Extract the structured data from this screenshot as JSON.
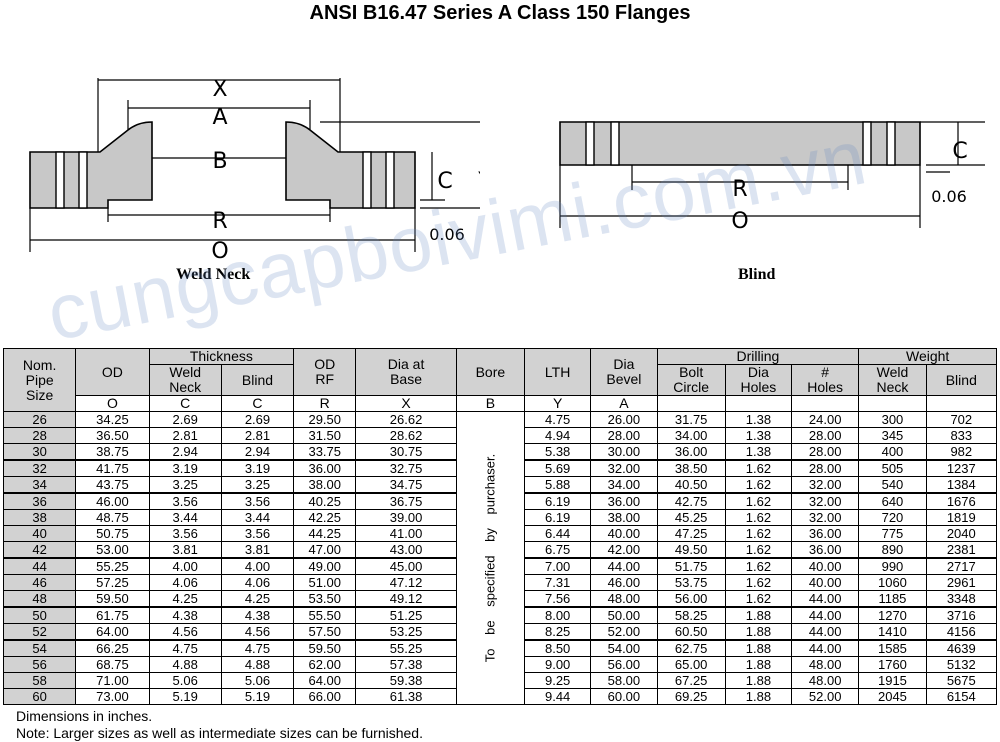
{
  "title": "ANSI B16.47 Series A Class 150 Flanges",
  "drawings": {
    "weld_neck": {
      "caption": "Weld Neck",
      "dims": {
        "X": "X",
        "A": "A",
        "B": "B",
        "Y": "Y",
        "C": "C",
        "R": "R",
        "O": "O",
        "rf": "0.06"
      }
    },
    "blind": {
      "caption": "Blind",
      "dims": {
        "C": "C",
        "R": "R",
        "O": "O",
        "rf": "0.06"
      }
    }
  },
  "watermark": "cungcapboivimi.com.vn",
  "table": {
    "group_headers": {
      "thickness": "Thickness",
      "drilling": "Drilling",
      "weight": "Weight"
    },
    "headers": {
      "nps": [
        "Nom.",
        "Pipe",
        "Size"
      ],
      "od": "OD",
      "weld_neck": [
        "Weld",
        "Neck"
      ],
      "blind": "Blind",
      "od_rf": [
        "OD",
        "RF"
      ],
      "dia_base": [
        "Dia at",
        "Base"
      ],
      "bore": "Bore",
      "lth": "LTH",
      "dia_bevel": [
        "Dia",
        "Bevel"
      ],
      "bolt_circle": [
        "Bolt",
        "Circle"
      ],
      "dia_holes": [
        "Dia",
        "Holes"
      ],
      "num_holes": [
        "#",
        "Holes"
      ],
      "w_weld_neck": [
        "Weld",
        "Neck"
      ],
      "w_blind": "Blind"
    },
    "symbols": [
      "O",
      "C",
      "C",
      "R",
      "X",
      "B",
      "Y",
      "A",
      "",
      "",
      "",
      "",
      ""
    ],
    "bore_note": "To be specified by purchaser.",
    "rows": [
      [
        "26",
        "34.25",
        "2.69",
        "2.69",
        "29.50",
        "26.62",
        "4.75",
        "26.00",
        "31.75",
        "1.38",
        "24.00",
        "300",
        "702"
      ],
      [
        "28",
        "36.50",
        "2.81",
        "2.81",
        "31.50",
        "28.62",
        "4.94",
        "28.00",
        "34.00",
        "1.38",
        "28.00",
        "345",
        "833"
      ],
      [
        "30",
        "38.75",
        "2.94",
        "2.94",
        "33.75",
        "30.75",
        "5.38",
        "30.00",
        "36.00",
        "1.38",
        "28.00",
        "400",
        "982"
      ],
      [
        "32",
        "41.75",
        "3.19",
        "3.19",
        "36.00",
        "32.75",
        "5.69",
        "32.00",
        "38.50",
        "1.62",
        "28.00",
        "505",
        "1237"
      ],
      [
        "34",
        "43.75",
        "3.25",
        "3.25",
        "38.00",
        "34.75",
        "5.88",
        "34.00",
        "40.50",
        "1.62",
        "32.00",
        "540",
        "1384"
      ],
      [
        "36",
        "46.00",
        "3.56",
        "3.56",
        "40.25",
        "36.75",
        "6.19",
        "36.00",
        "42.75",
        "1.62",
        "32.00",
        "640",
        "1676"
      ],
      [
        "38",
        "48.75",
        "3.44",
        "3.44",
        "42.25",
        "39.00",
        "6.19",
        "38.00",
        "45.25",
        "1.62",
        "32.00",
        "720",
        "1819"
      ],
      [
        "40",
        "50.75",
        "3.56",
        "3.56",
        "44.25",
        "41.00",
        "6.44",
        "40.00",
        "47.25",
        "1.62",
        "36.00",
        "775",
        "2040"
      ],
      [
        "42",
        "53.00",
        "3.81",
        "3.81",
        "47.00",
        "43.00",
        "6.75",
        "42.00",
        "49.50",
        "1.62",
        "36.00",
        "890",
        "2381"
      ],
      [
        "44",
        "55.25",
        "4.00",
        "4.00",
        "49.00",
        "45.00",
        "7.00",
        "44.00",
        "51.75",
        "1.62",
        "40.00",
        "990",
        "2717"
      ],
      [
        "46",
        "57.25",
        "4.06",
        "4.06",
        "51.00",
        "47.12",
        "7.31",
        "46.00",
        "53.75",
        "1.62",
        "40.00",
        "1060",
        "2961"
      ],
      [
        "48",
        "59.50",
        "4.25",
        "4.25",
        "53.50",
        "49.12",
        "7.56",
        "48.00",
        "56.00",
        "1.62",
        "44.00",
        "1185",
        "3348"
      ],
      [
        "50",
        "61.75",
        "4.38",
        "4.38",
        "55.50",
        "51.25",
        "8.00",
        "50.00",
        "58.25",
        "1.88",
        "44.00",
        "1270",
        "3716"
      ],
      [
        "52",
        "64.00",
        "4.56",
        "4.56",
        "57.50",
        "53.25",
        "8.25",
        "52.00",
        "60.50",
        "1.88",
        "44.00",
        "1410",
        "4156"
      ],
      [
        "54",
        "66.25",
        "4.75",
        "4.75",
        "59.50",
        "55.25",
        "8.50",
        "54.00",
        "62.75",
        "1.88",
        "44.00",
        "1585",
        "4639"
      ],
      [
        "56",
        "68.75",
        "4.88",
        "4.88",
        "62.00",
        "57.38",
        "9.00",
        "56.00",
        "65.00",
        "1.88",
        "48.00",
        "1760",
        "5132"
      ],
      [
        "58",
        "71.00",
        "5.06",
        "5.06",
        "64.00",
        "59.38",
        "9.25",
        "58.00",
        "67.25",
        "1.88",
        "48.00",
        "1915",
        "5675"
      ],
      [
        "60",
        "73.00",
        "5.19",
        "5.19",
        "66.00",
        "61.38",
        "9.44",
        "60.00",
        "69.25",
        "1.88",
        "52.00",
        "2045",
        "6154"
      ]
    ]
  },
  "notes": [
    "Dimensions in inches.",
    "Note: Larger sizes as well as intermediate sizes can be furnished."
  ]
}
